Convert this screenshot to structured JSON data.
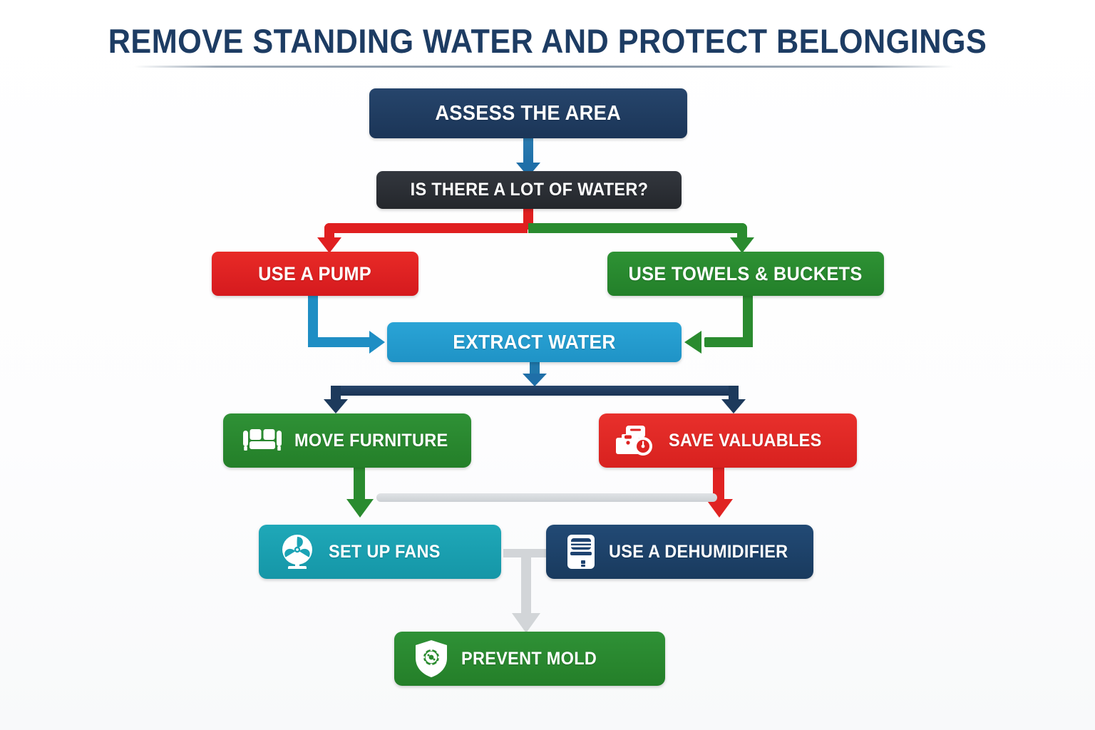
{
  "page": {
    "title": "REMOVE STANDING WATER AND PROTECT BELONGINGS",
    "background_color": "#ffffff",
    "title_color": "#1d3c63"
  },
  "diagram": {
    "type": "flowchart",
    "nodes": [
      {
        "id": "assess",
        "label": "ASSESS THE AREA",
        "color": "#1d3a5c",
        "shape": "rounded-rect",
        "icon": null,
        "role": "start"
      },
      {
        "id": "decision",
        "label": "IS THERE A LOT OF WATER?",
        "color": "#2b2e33",
        "shape": "rounded-rect",
        "icon": null,
        "role": "decision"
      },
      {
        "id": "pump",
        "label": "USE A PUMP",
        "color": "#dd1f22",
        "shape": "rounded-rect",
        "icon": null,
        "role": "branch-yes"
      },
      {
        "id": "towels",
        "label": "USE TOWELS & BUCKETS",
        "color": "#2a8b2f",
        "shape": "rounded-rect",
        "icon": null,
        "role": "branch-no"
      },
      {
        "id": "extract",
        "label": "EXTRACT WATER",
        "color": "#2196c8",
        "shape": "rounded-rect",
        "icon": null,
        "role": "merge"
      },
      {
        "id": "furniture",
        "label": "MOVE FURNITURE",
        "color": "#2a8b2f",
        "shape": "rounded-rect",
        "icon": "sofa-icon",
        "role": "action"
      },
      {
        "id": "valuables",
        "label": "SAVE VALUABLES",
        "color": "#dd2422",
        "shape": "rounded-rect",
        "icon": "briefcase-safe-icon",
        "role": "action"
      },
      {
        "id": "fans",
        "label": "SET UP FANS",
        "color": "#1ba3b5",
        "shape": "rounded-rect",
        "icon": "fan-icon",
        "role": "action"
      },
      {
        "id": "dehumidifier",
        "label": "USE A DEHUMIDIFIER",
        "color": "#1e4370",
        "shape": "rounded-rect",
        "icon": "dehumidifier-icon",
        "role": "action"
      },
      {
        "id": "mold",
        "label": "PREVENT MOLD",
        "color": "#2a8b2f",
        "shape": "rounded-rect",
        "icon": "shield-germ-icon",
        "role": "end"
      }
    ],
    "edges": [
      {
        "from": "assess",
        "to": "decision",
        "color": "#1f6fa8",
        "style": "arrow-down"
      },
      {
        "from": "decision",
        "to": "pump",
        "color": "#e01f20",
        "style": "elbow-left"
      },
      {
        "from": "decision",
        "to": "towels",
        "color": "#2a8b2f",
        "style": "elbow-right"
      },
      {
        "from": "pump",
        "to": "extract",
        "color": "#1f8ec4",
        "style": "elbow-right-into"
      },
      {
        "from": "towels",
        "to": "extract",
        "color": "#2a8b2f",
        "style": "elbow-left-into"
      },
      {
        "from": "extract",
        "to": "split-bar",
        "color": "#1f6fa8",
        "style": "arrow-down"
      },
      {
        "from": "split-bar",
        "to": "furniture",
        "color": "#1d3a5c",
        "style": "arrow-down"
      },
      {
        "from": "split-bar",
        "to": "valuables",
        "color": "#1d3a5c",
        "style": "arrow-down"
      },
      {
        "from": "furniture",
        "to": "fans",
        "color": "#2a8b2f",
        "style": "arrow-down"
      },
      {
        "from": "valuables",
        "to": "dehumidifier",
        "color": "#e02322",
        "style": "arrow-down"
      },
      {
        "from": "fans-dehumidifier",
        "to": "mold",
        "color": "#d2d5d8",
        "style": "merge-arrow-down"
      }
    ]
  }
}
